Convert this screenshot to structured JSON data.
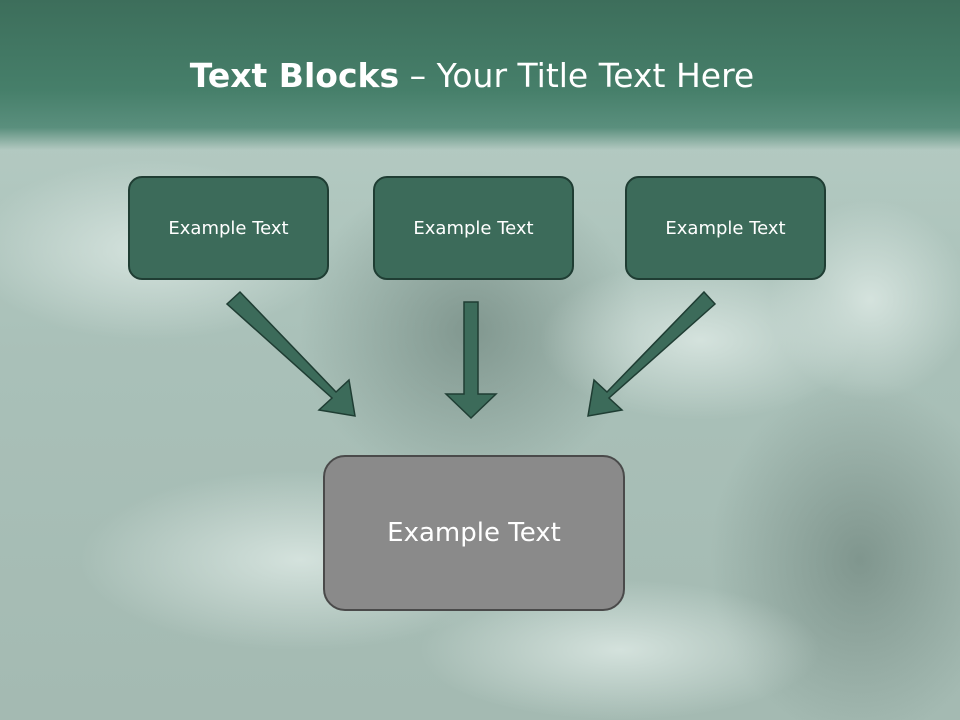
{
  "slide": {
    "title_bold": "Text Blocks",
    "title_sep": " – ",
    "title_rest": "Your Title Text Here"
  },
  "boxes": [
    {
      "label": "Example Text"
    },
    {
      "label": "Example Text"
    },
    {
      "label": "Example Text"
    }
  ],
  "main_box": {
    "label": "Example Text"
  },
  "colors": {
    "header": "#467f6a",
    "box_fill": "#3c6b5a",
    "box_border": "#1f3d33",
    "main_box_fill": "#8a8a8a",
    "arrow": "#3c6b5a"
  }
}
